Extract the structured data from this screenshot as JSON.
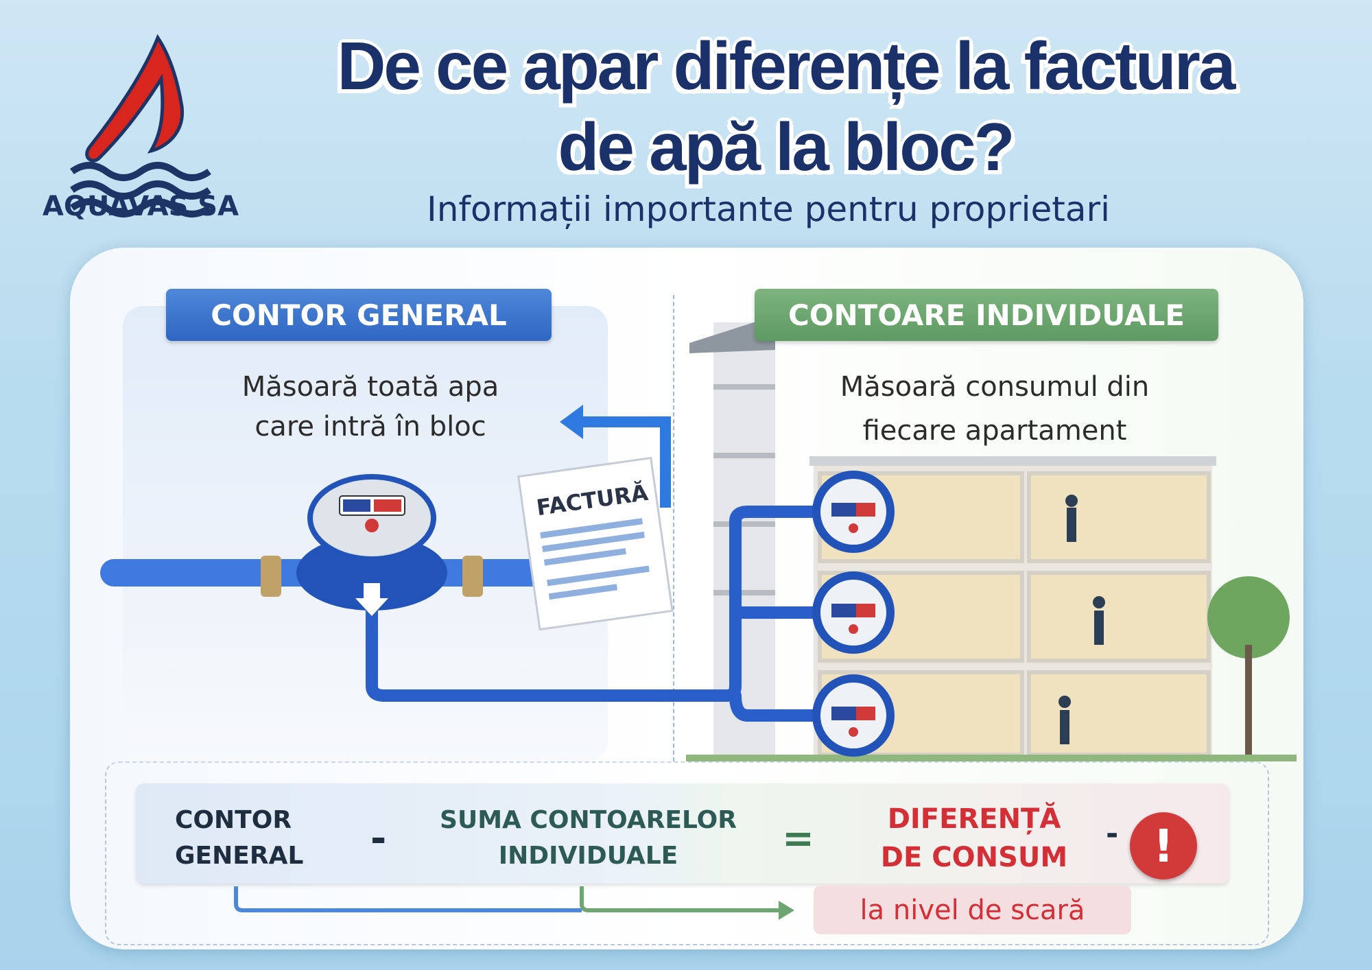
{
  "brand": {
    "name": "AQUAVAS SA",
    "colors": {
      "red": "#d8261f",
      "navy": "#1d3566"
    }
  },
  "header": {
    "title_line1": "De ce apar diferențe la factura",
    "title_line2": "de apă la bloc?",
    "subtitle": "Informații importante pentru proprietari"
  },
  "left": {
    "heading": "CONTOR GENERAL",
    "description_line1": "Măsoară toată apa",
    "description_line2": "care intră în bloc",
    "invoice_label": "FACTURĂ"
  },
  "right": {
    "heading": "CONTOARE INDIVIDUALE",
    "description_line1": "Măsoară consumul din",
    "description_line2": "fiecare apartament"
  },
  "formula": {
    "term1_line1": "CONTOR",
    "term1_line2": "GENERAL",
    "minus": "-",
    "term2_line1": "SUMA CONTOARELOR",
    "term2_line2": "INDIVIDUALE",
    "equals": "=",
    "result_line1": "DIFERENȚĂ",
    "result_line2": "DE CONSUM",
    "dash": "-",
    "alert": "!",
    "note": "la nivel de scară"
  }
}
